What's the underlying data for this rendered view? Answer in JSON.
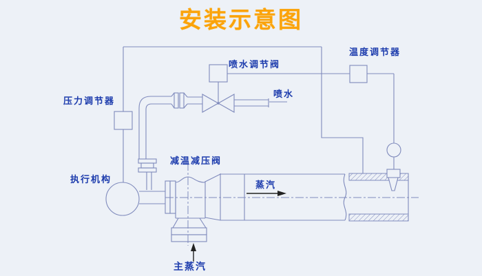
{
  "title": {
    "text": "安装示意图"
  },
  "colors": {
    "background": "#edf1f7",
    "title": "#fba30b",
    "label": "#1d3cad",
    "line": "#7f8abc",
    "arrow": "#222222"
  },
  "diagram": {
    "labels": {
      "pressure_regulator": "压力调节器",
      "actuator": "执行机构",
      "desuperheating_valve": "减温减压阀",
      "spray_control_valve": "喷水调节阀",
      "spray_water": "喷水",
      "temperature_regulator": "温度调节器",
      "steam": "蒸汽",
      "main_steam": "主蒸汽"
    }
  }
}
